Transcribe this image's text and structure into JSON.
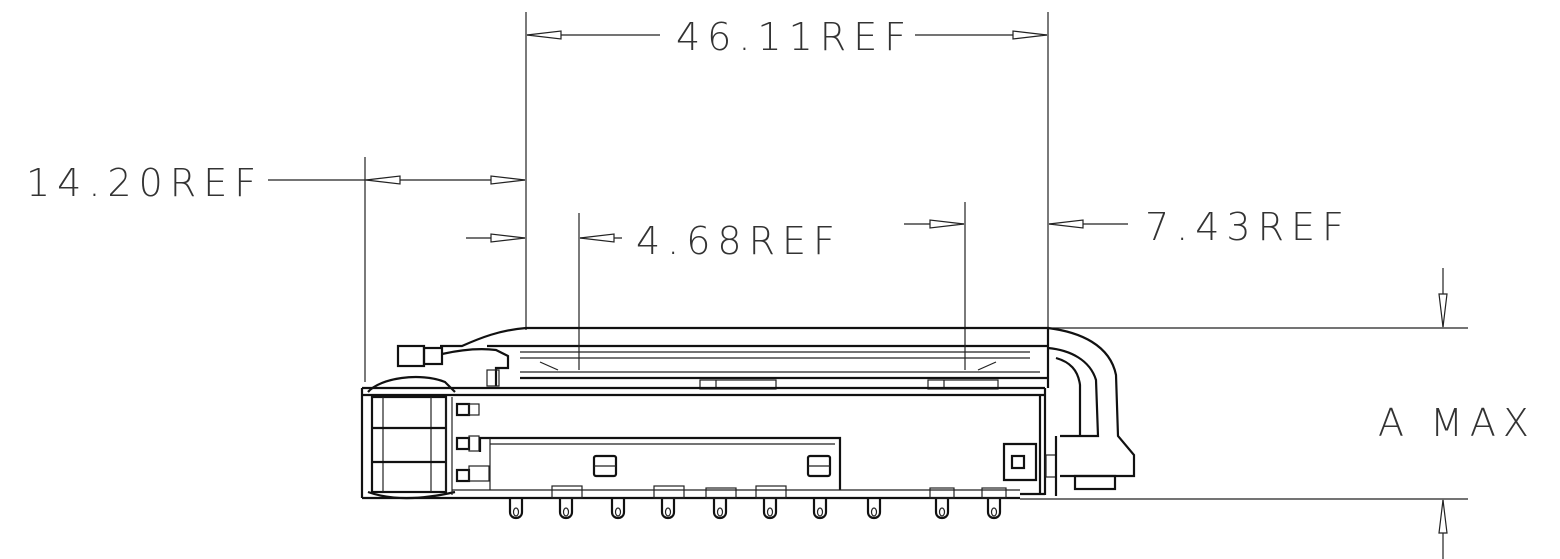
{
  "dimensions": {
    "overall_length": "46.11REF",
    "left_overhang": "14.20REF",
    "inner_span": "4.68REF",
    "right_offset": "7.43REF",
    "height": "A MAX"
  },
  "colors": {
    "line": "#000000",
    "background": "#ffffff",
    "text": "#333333"
  }
}
